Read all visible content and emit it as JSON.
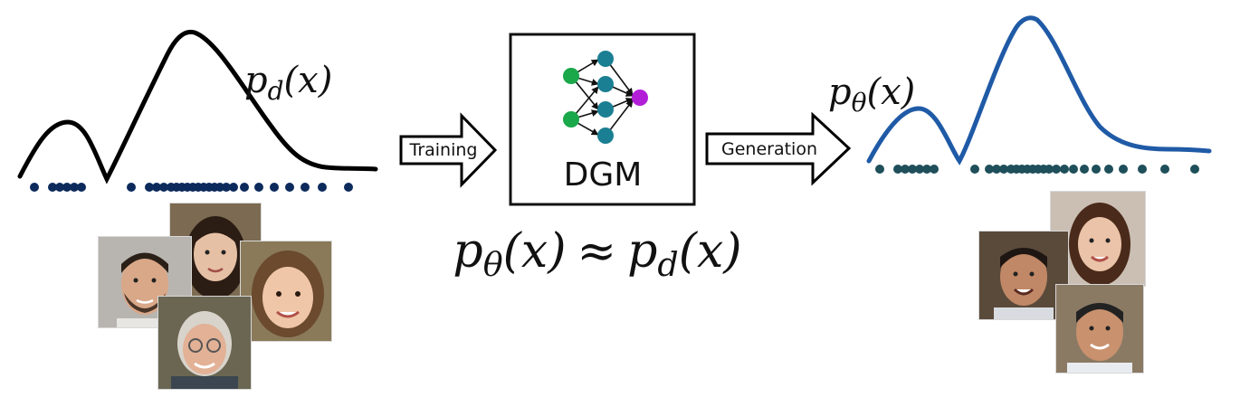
{
  "data_distribution": {
    "label_base": "p",
    "label_sub": "d",
    "label_arg": "(x)",
    "curve_color": "#000000",
    "sample_color": "#0d2a5c"
  },
  "training_arrow": {
    "label": "Training"
  },
  "model_box": {
    "label": "DGM",
    "node_colors": {
      "input": "#1aa84a",
      "hidden": "#1b7f93",
      "output": "#b21ed8"
    }
  },
  "equation": {
    "lhs_base": "p",
    "lhs_sub": "θ",
    "lhs_arg": "(x)",
    "operator": "≈",
    "rhs_base": "p",
    "rhs_sub": "d",
    "rhs_arg": "(x)"
  },
  "generation_arrow": {
    "label": "Generation"
  },
  "model_distribution": {
    "label_base": "p",
    "label_sub": "θ",
    "label_arg": "(x)",
    "curve_color": "#1f5aa6",
    "sample_color": "#1e4f5a"
  },
  "training_faces": [
    {
      "icon": "face-photo-woman-asian"
    },
    {
      "icon": "face-photo-man-beard"
    },
    {
      "icon": "face-photo-girl-curly"
    },
    {
      "icon": "face-photo-older-woman-glasses"
    }
  ],
  "generated_faces": [
    {
      "icon": "face-photo-young-woman"
    },
    {
      "icon": "face-photo-young-man-smiling"
    },
    {
      "icon": "face-photo-man-smiling"
    }
  ]
}
